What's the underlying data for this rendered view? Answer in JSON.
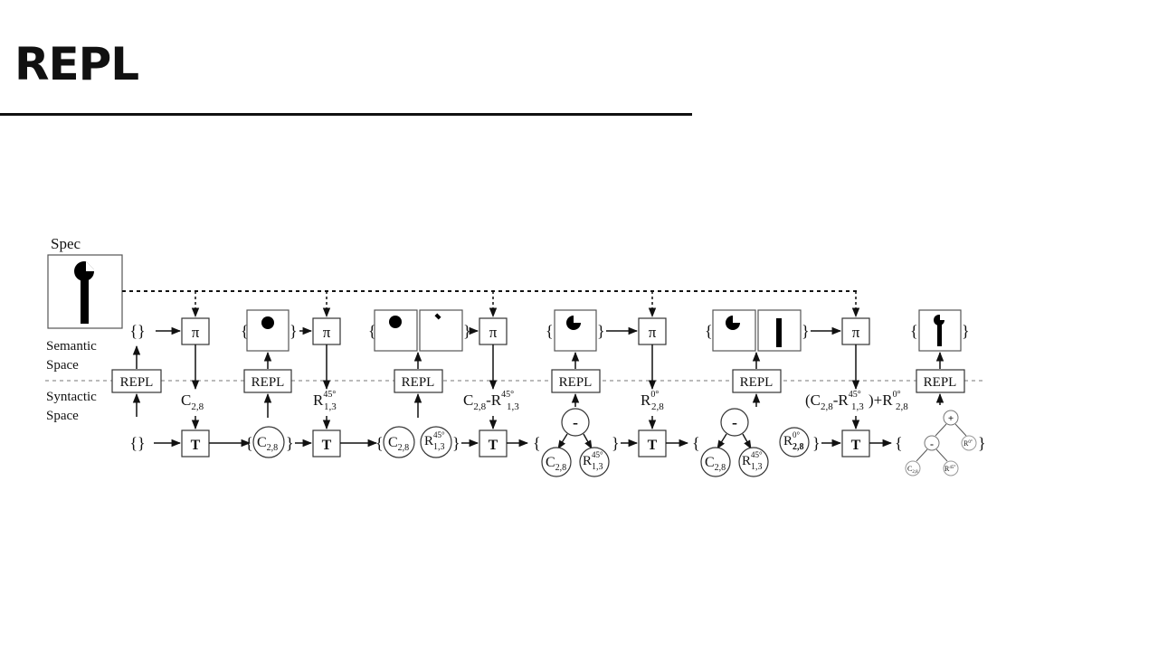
{
  "slide": {
    "title": "REPL"
  },
  "diagram": {
    "spec_label": "Spec",
    "semantic_space": [
      "Semantic",
      "Space"
    ],
    "syntactic_space": [
      "Syntactic",
      "Space"
    ],
    "empty_set": "{}",
    "repl": "REPL",
    "pi": "π",
    "t": "T",
    "brace_open": "{",
    "brace_close": "}",
    "minus": "-",
    "plus": "+",
    "programs": [
      {
        "p1": "C",
        "s1": "2,8"
      },
      {
        "p1": "R",
        "s1": "1,3",
        "sup1": "45°"
      },
      {
        "p1": "C",
        "s1": "2,8",
        "mid": "-R",
        "s2": "1,3",
        "sup2": "45°"
      },
      {
        "p1": "R",
        "s1": "2,8",
        "sup1": "0°"
      },
      {
        "pre": "(C",
        "s1": "2,8",
        "mid": "-R",
        "s2": "1,3",
        "sup2": "45°",
        "mid2": ")+R",
        "s3": "2,8",
        "sup3": "0°"
      }
    ],
    "nodes": {
      "c": "C",
      "c_sub": "2,8",
      "r45": "R",
      "r45_sub": "1,3",
      "r45_sup": "45°",
      "r0": "R",
      "r0_sub": "2,8",
      "r0_sup": "0°"
    }
  }
}
